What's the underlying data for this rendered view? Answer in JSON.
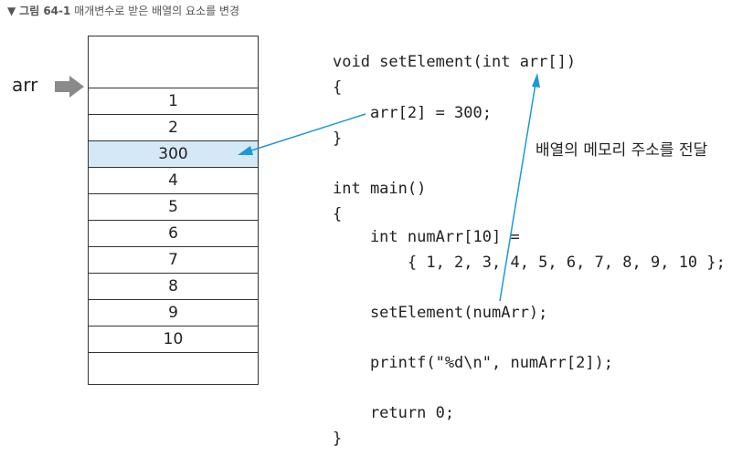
{
  "caption": {
    "marker": "▼",
    "label": "그림 64-1",
    "text": "매개변수로 받은 배열의 요소를 변경"
  },
  "pointer_label": "arr",
  "memory_cells": [
    "",
    "1",
    "2",
    "300",
    "4",
    "5",
    "6",
    "7",
    "8",
    "9",
    "10",
    ""
  ],
  "highlighted_cell_index": 3,
  "code_lines": [
    "void setElement(int arr[])",
    "{",
    "    arr[2] = 300;",
    "}",
    "",
    "int main()",
    "{",
    "    int numArr[10] =",
    "        { 1, 2, 3, 4, 5, 6, 7, 8, 9, 10 };",
    "",
    "    setElement(numArr);",
    "",
    "    printf(\"%d\\n\", numArr[2]);",
    "",
    "    return 0;",
    "}"
  ],
  "annotation": "배열의 메모리 주소를 전달",
  "colors": {
    "highlight": "#d4e8f6",
    "arrow_blue": "#1a9ad6",
    "pointer_arrow": "#8a8a8a"
  }
}
